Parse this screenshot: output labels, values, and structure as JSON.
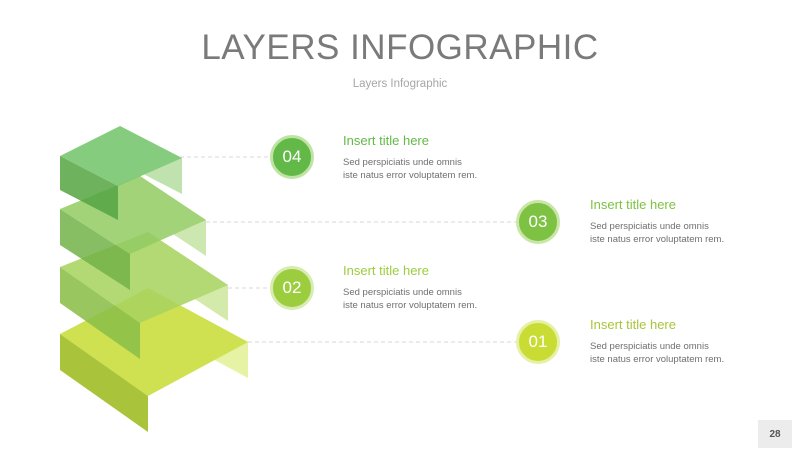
{
  "slide": {
    "title": "LAYERS INFOGRAPHIC",
    "subtitle": "Layers Infographic",
    "page_number": "28"
  },
  "colors": {
    "title": "#7a7a7a",
    "subtitle": "#a6a6a6",
    "accent_01": "#c9dc33",
    "accent_02": "#9ccd3f",
    "accent_03": "#7dc242",
    "accent_04": "#63b947",
    "connector": "#d9d9d9"
  },
  "items": [
    {
      "number": "04",
      "title": "Insert title here",
      "text_line1": "Sed perspiciatis unde omnis",
      "text_line2": "iste natus error voluptatem rem."
    },
    {
      "number": "03",
      "title": "Insert title here",
      "text_line1": "Sed perspiciatis unde omnis",
      "text_line2": "iste natus error voluptatem rem."
    },
    {
      "number": "02",
      "title": "Insert title here",
      "text_line1": "Sed perspiciatis unde omnis",
      "text_line2": "iste natus error voluptatem rem."
    },
    {
      "number": "01",
      "title": "Insert title here",
      "text_line1": "Sed perspiciatis unde omnis",
      "text_line2": "iste natus error voluptatem rem."
    }
  ]
}
